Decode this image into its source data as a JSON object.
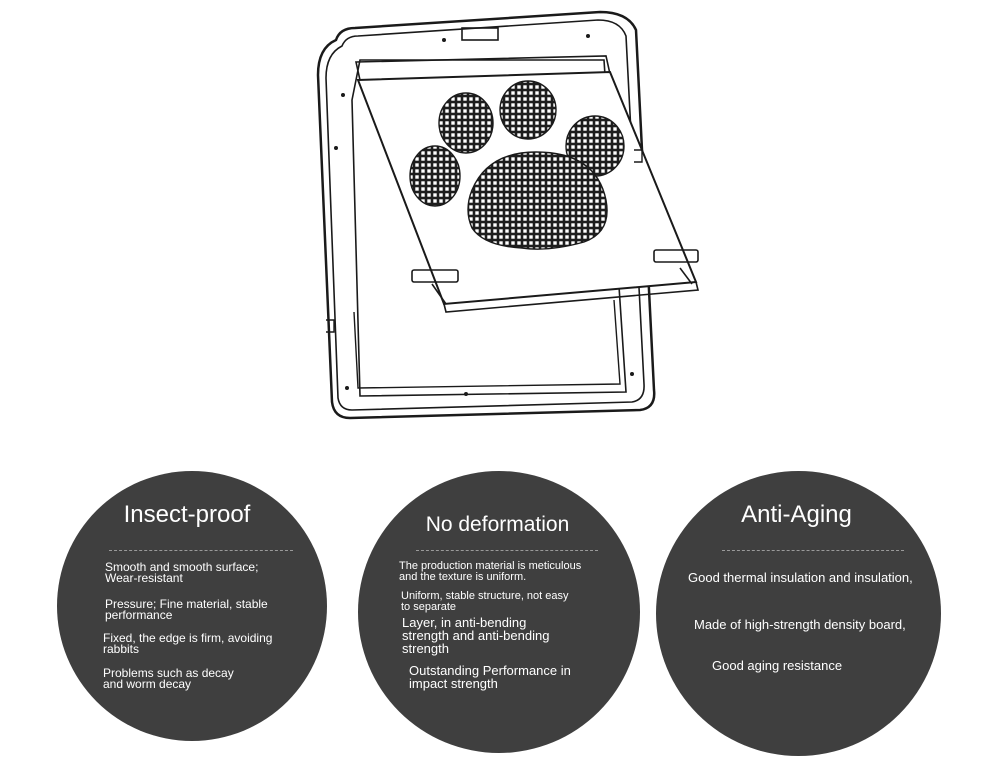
{
  "features": [
    {
      "title": "Insect-proof",
      "lines": [
        "Smooth and smooth surface;",
        "Wear-resistant",
        "Pressure; Fine material, stable",
        "performance",
        "Fixed, the edge is firm, avoiding",
        "rabbits",
        "Problems such as decay",
        "and worm decay"
      ]
    },
    {
      "title": "No deformation",
      "lines": [
        "The production material is meticulous",
        "and the texture is uniform.",
        "Uniform, stable structure, not easy",
        "to separate",
        "Layer, in anti-bending",
        "strength and anti-bending",
        "strength",
        "Outstanding Performance in",
        "impact strength"
      ]
    },
    {
      "title": "Anti-Aging",
      "lines": [
        "Good thermal insulation and insulation,",
        "Made of high-strength density board,",
        "Good aging resistance"
      ]
    }
  ],
  "colors": {
    "circle_bg": "#3f3f3f",
    "text": "#ffffff",
    "divider": "#9a9a9a",
    "line_art": "#1a1a1a"
  }
}
